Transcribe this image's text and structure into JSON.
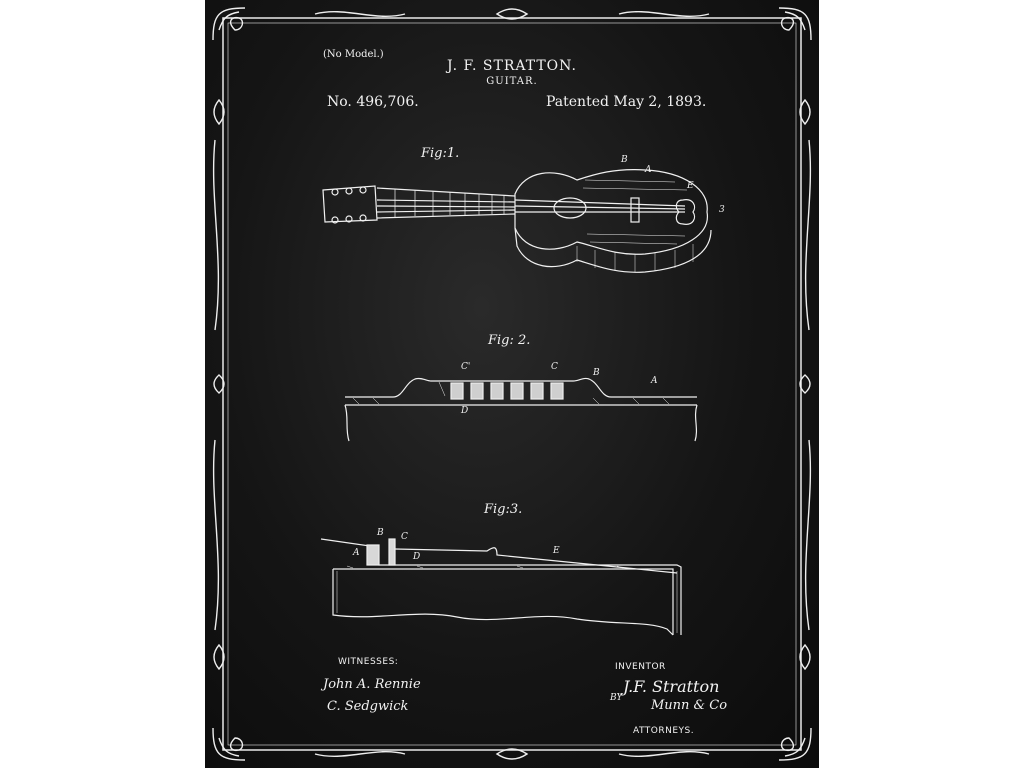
{
  "header": {
    "no_model": "(No Model.)",
    "inventor": "J. F. STRATTON.",
    "subject": "GUITAR.",
    "patent_number": "No. 496,706.",
    "patent_date": "Patented May 2, 1893."
  },
  "figures": {
    "fig1": {
      "label": "Fig:1.",
      "letters": [
        "B",
        "A",
        "E",
        "3"
      ]
    },
    "fig2": {
      "label": "Fig: 2.",
      "letters": [
        "C'",
        "C",
        "B",
        "A",
        "D"
      ]
    },
    "fig3": {
      "label": "Fig:3.",
      "letters": [
        "B",
        "C",
        "A",
        "D",
        "E"
      ]
    }
  },
  "footer": {
    "witnesses_label": "WITNESSES:",
    "witness_signature_1": "John A. Rennie",
    "witness_signature_2": "C. Sedgwick",
    "inventor_label": "INVENTOR",
    "inventor_signature": "J.F. Stratton",
    "by_label": "BY",
    "attorney_signature": "Munn & Co",
    "attorneys_label": "ATTORNEYS."
  },
  "colors": {
    "background": "#151515",
    "ink": "#f2f2f2",
    "page": "#ffffff"
  }
}
